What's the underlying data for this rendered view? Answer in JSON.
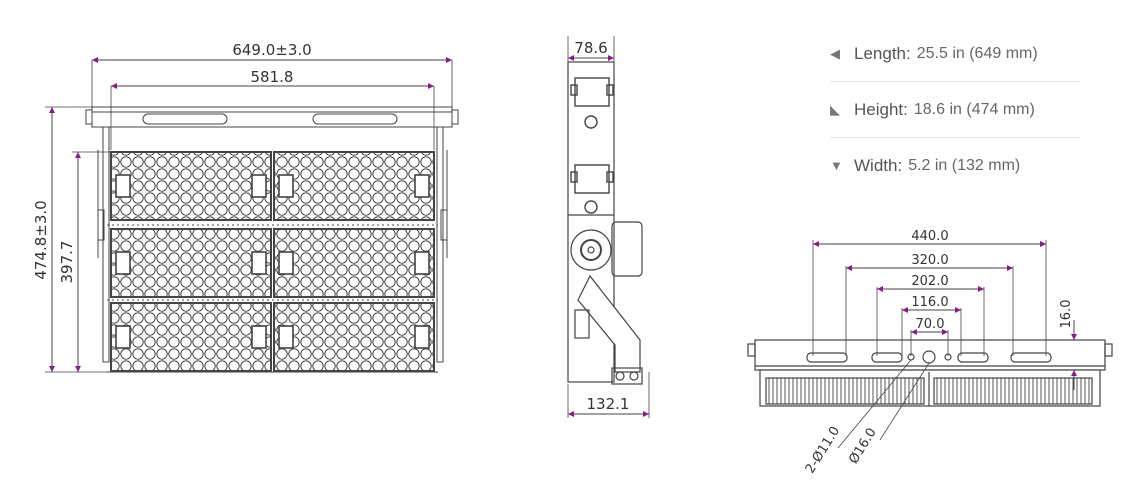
{
  "front_view": {
    "dim_overall_width": "649.0±3.0",
    "dim_mount_width": "581.8",
    "dim_overall_height": "474.8±3.0",
    "dim_module_height": "397.7"
  },
  "side_view": {
    "dim_top_depth": "78.6",
    "dim_bottom_depth": "132.1"
  },
  "bracket_view": {
    "dims": [
      "440.0",
      "320.0",
      "202.0",
      "116.0",
      "70.0"
    ],
    "dim_thickness": "16.0",
    "hole_small": "2-Ø11.0",
    "hole_large": "Ø16.0"
  },
  "specs": [
    {
      "icon": "triangle-left-icon",
      "label": "Length:",
      "value": "25.5 in (649 mm)"
    },
    {
      "icon": "triangle-corner-icon",
      "label": "Height:",
      "value": "18.6 in (474 mm)"
    },
    {
      "icon": "triangle-down-icon",
      "label": "Width:",
      "value": "5.2 in (132 mm)"
    }
  ],
  "colors": {
    "line": "#444444",
    "arrow": "#8b1a8b"
  }
}
